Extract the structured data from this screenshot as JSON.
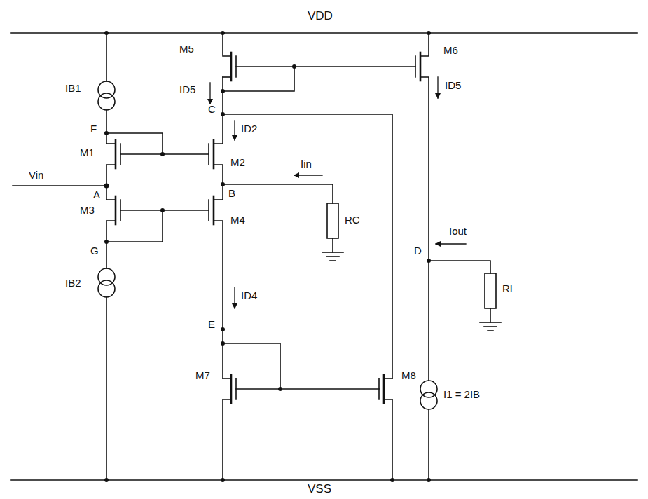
{
  "diagram": {
    "labels": [
      "VDD",
      "M5",
      "ID5",
      "IB1",
      "C",
      "ID2",
      "M6",
      "ID5",
      "F",
      "M1",
      "M2",
      "Iin",
      "Vin",
      "A",
      "B",
      "Iout",
      "D",
      "RL",
      "RC",
      "M3",
      "M4",
      "ID4",
      "G",
      "E",
      "IB2",
      "M7",
      "M8",
      "I1 = 2IB",
      "VSS"
    ]
  }
}
